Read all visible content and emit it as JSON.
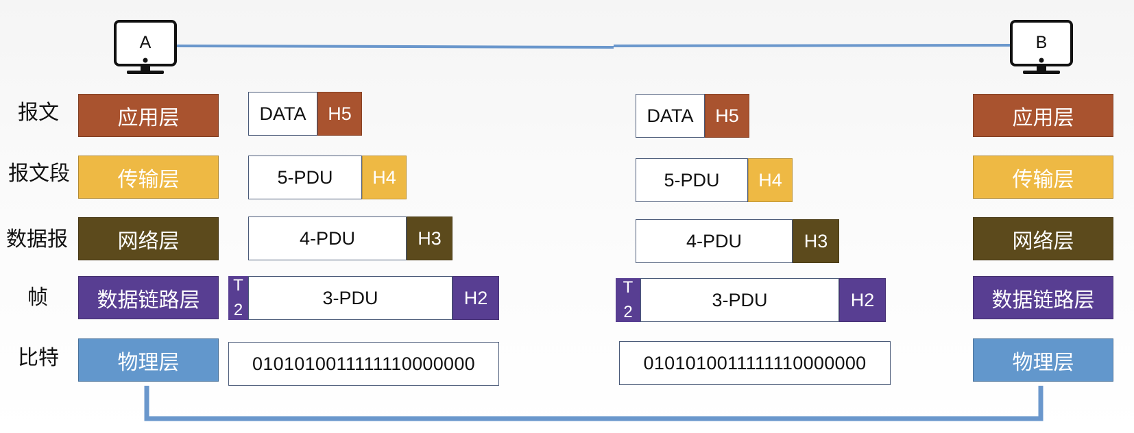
{
  "hosts": {
    "left": "A",
    "right": "B"
  },
  "units": [
    "报文",
    "报文段",
    "数据报",
    "帧",
    "比特"
  ],
  "layers": {
    "application": "应用层",
    "transport": "传输层",
    "network": "网络层",
    "datalink": "数据链路层",
    "physical": "物理层"
  },
  "pdus": {
    "data": "DATA",
    "h5": "H5",
    "pdu5": "5-PDU",
    "h4": "H4",
    "pdu4": "4-PDU",
    "h3": "H3",
    "pdu3": "3-PDU",
    "h2": "H2",
    "t2_top": "T",
    "t2_bottom": "2",
    "bits": "0101010011111110000000"
  },
  "colors": {
    "application": "#a9532f",
    "transport": "#eeb944",
    "network": "#5c4a1c",
    "datalink": "#583e92",
    "physical": "#6297cc",
    "link_line": "#6a97cc"
  }
}
